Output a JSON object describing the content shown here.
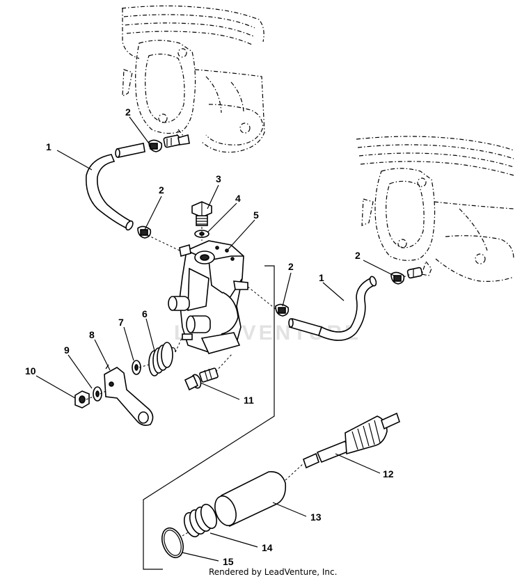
{
  "watermark": "LEADVENTURE",
  "credit": "Rendered by LeadVenture, Inc.",
  "callouts": {
    "left_hose": "1",
    "right_hose": "1",
    "clamp_top": "2",
    "clamp_left": "2",
    "clamp_mid": "2",
    "clamp_right": "2",
    "bolt_top": "3",
    "washer_top": "4",
    "pump_body": "5",
    "spring": "6",
    "washer_small": "7",
    "lever": "8",
    "washer_lever": "9",
    "nut": "10",
    "bolt_bottom": "11",
    "drive_shaft": "12",
    "sleeve": "13",
    "bottom_spring": "14",
    "snap_ring": "15"
  }
}
